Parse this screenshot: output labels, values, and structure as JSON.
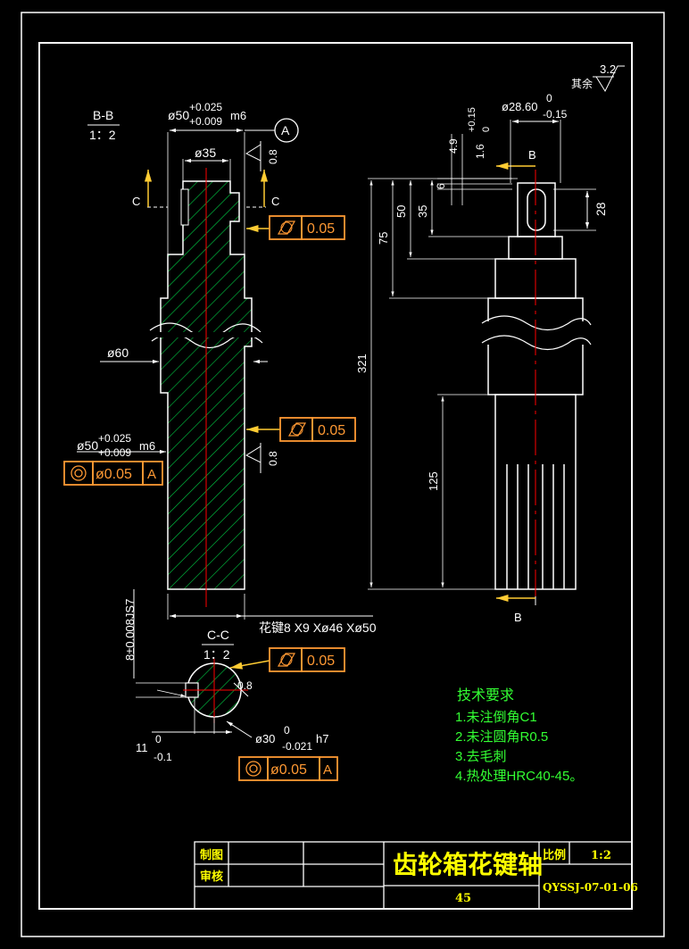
{
  "colors": {
    "background": "#000000",
    "frame": "#ffffff",
    "dimension": "#ffffff",
    "tolerance_box": "#ff9933",
    "hatch": "#00cc44",
    "centerline": "#ff0000",
    "notes": "#33ff33",
    "title_text": "#ffff00"
  },
  "surface": {
    "label": "其余",
    "value": "3.2"
  },
  "section_bb": {
    "name": "B-B",
    "scale": "1：2"
  },
  "section_cc": {
    "name": "C-C",
    "scale": "1：2"
  },
  "datum_a": "A",
  "cut_label_c": "C",
  "cut_label_b": "B",
  "left_view": {
    "dia_top_base": "ø50",
    "dia_top_upper": "+0.025",
    "dia_top_lower": "+0.009",
    "dia_top_fit": "m6",
    "dia_35": "ø35",
    "dia_60": "ø60",
    "dia_bot_base": "ø50",
    "dia_bot_upper": "+0.025",
    "dia_bot_lower": "+0.009",
    "dia_bot_fit": "m6",
    "rough_08_a": "0.8",
    "rough_08_b": "0.8",
    "keyway_width": "8±0.008JS7",
    "spline_note": "花键8 X9 Xø46 Xø50"
  },
  "tolerances": {
    "cyl_1": "0.05",
    "cyl_2": "0.05",
    "cyl_3": "0.05",
    "coax_1_value": "ø0.05",
    "coax_1_datum": "A",
    "coax_2_value": "ø0.05",
    "coax_2_datum": "A"
  },
  "section_c_dims": {
    "rough": "0.8",
    "depth_base": "11",
    "depth_upper": "0",
    "depth_lower": "-0.1",
    "dia_base": "ø30",
    "dia_upper": "0",
    "dia_lower": "-0.021",
    "dia_fit": "h7"
  },
  "right_view": {
    "dia_base": "ø28.60",
    "dia_upper": "0",
    "dia_lower": "-0.15",
    "d_49": "4.9",
    "d_16_base": "1.6",
    "d_16_upper": "+0.15",
    "d_16_lower": "0",
    "d_6": "6",
    "d_28": "28",
    "d_35": "35",
    "d_50": "50",
    "d_75": "75",
    "d_321": "321",
    "d_125": "125"
  },
  "tech_requirements": {
    "title": "技术要求",
    "items": [
      "1.未注倒角C1",
      "2.未注圆角R0.5",
      "3.去毛刺",
      "4.热处理HRC40-45。"
    ]
  },
  "title_block": {
    "drawn_label": "制图",
    "checked_label": "审核",
    "part_name": "齿轮箱花键轴",
    "material": "45",
    "scale_label": "比例",
    "scale_value": "1:2",
    "drawing_no": "QYSSJ-07-01-06"
  }
}
